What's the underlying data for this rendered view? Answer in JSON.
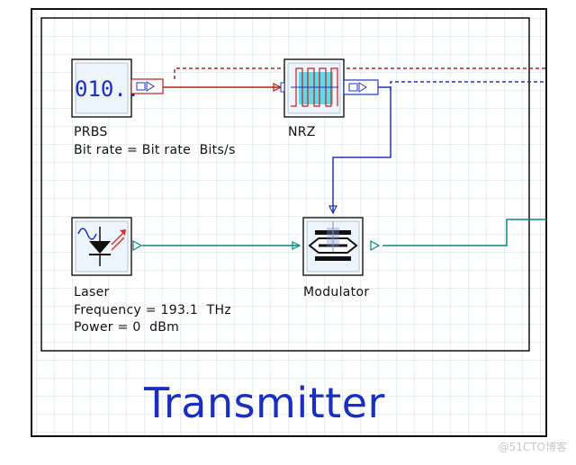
{
  "diagram": {
    "title": "Transmitter",
    "watermark": "@51CTO博客",
    "components": {
      "prbs": {
        "display": "010..",
        "name": "PRBS",
        "param": "Bit rate = Bit rate  Bits/s"
      },
      "nrz": {
        "name": "NRZ"
      },
      "laser": {
        "name": "Laser",
        "param1": "Frequency = 193.1  THz",
        "param2": "Power = 0  dBm"
      },
      "modulator": {
        "name": "Modulator"
      }
    },
    "colors": {
      "frame": "#111111",
      "grid": "#cfe0ef",
      "electrical_link": "#b52020",
      "modulation_link": "#2233bb",
      "optical_link": "#0a8a7a",
      "title": "#1a2fbd"
    }
  }
}
